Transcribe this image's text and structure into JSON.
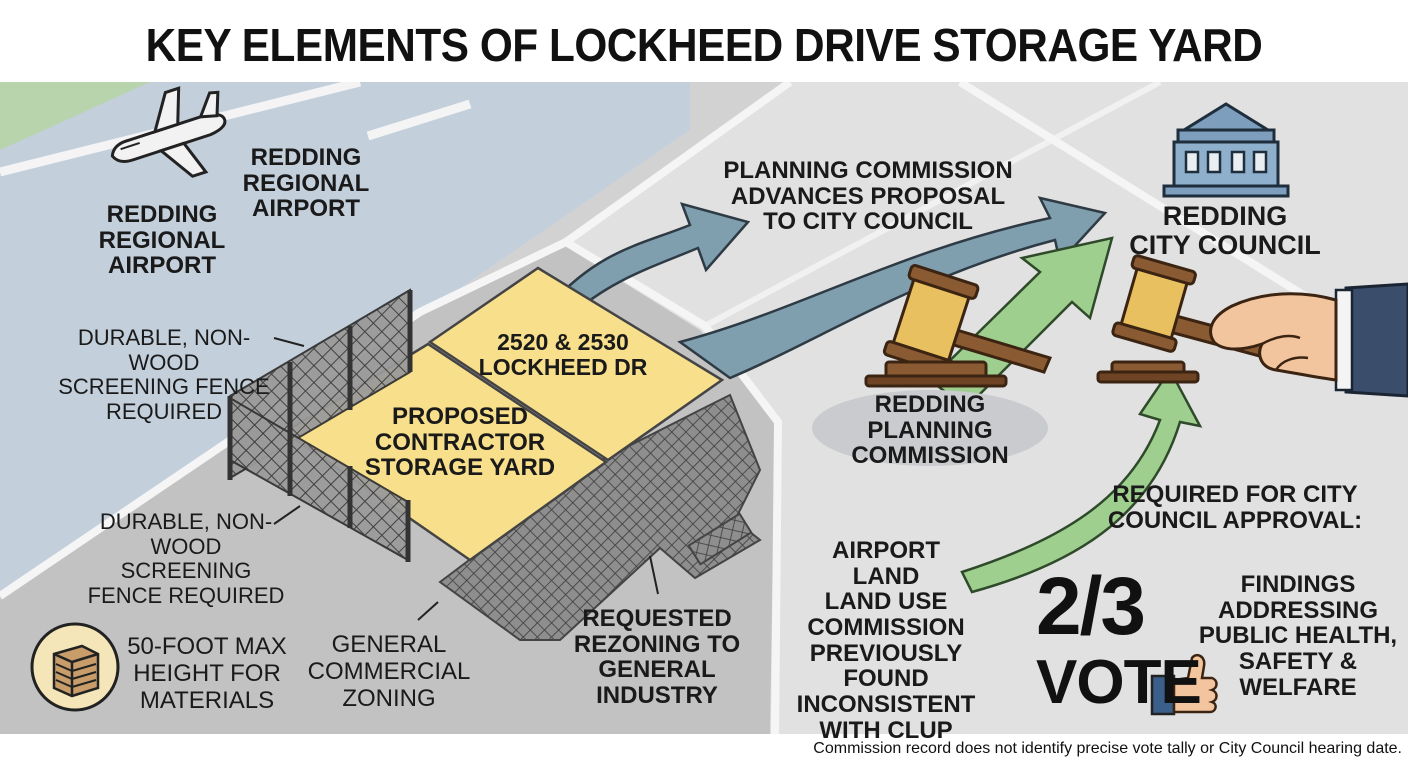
{
  "title": "KEY ELEMENTS OF LOCKHEED DRIVE STORAGE YARD PROPOSAL",
  "labels": {
    "airport_a": "REDDING\nREGIONAL\nAIRPORT",
    "airport_b": "REDDING\nREGIONAL\nAIRPORT",
    "fence_top": "DURABLE, NON-WOOD\nSCREENING FENCE\nREQUIRED",
    "fence_bottom": "DURABLE, NON-\nWOOD SCREENING\nFENCE REQUIRED",
    "address": "2520 & 2530\nLOCKHEED DR",
    "storage_yard": "PROPOSED\nCONTRACTOR\nSTORAGE YARD",
    "height_limit": "50-FOOT MAX\nHEIGHT FOR\nMATERIALS",
    "zoning": "GENERAL\nCOMMERCIAL\nZONING",
    "rezoning": "REQUESTED\nREZONING TO\nGENERAL\nINDUSTRY",
    "commission_advances": "PLANNING COMMISSION\nADVANCES PROPOSAL\nTO CITY COUNCIL",
    "city_council": "REDDING\nCITY COUNCIL",
    "planning_commission": "REDDING\nPLANNING\nCOMMISSION",
    "required_approval": "REQUIRED FOR CITY\nCOUNCIL APPROVAL:",
    "aluc": "AIRPORT LAND\nLAND USE\nCOMMISSION\nPREVIOUSLY\nFOUND\nINCONSISTENT\nWITH CLUP",
    "vote_fraction": "2/3",
    "vote_word": "VOTE",
    "findings": "FINDINGS\nADDRESSING\nPUBLIC HEALTH,\nSAFETY &\nWELFARE"
  },
  "footnote": "Commission record does not identify precise vote tally or City Council hearing date.",
  "icons": [
    "airplane-icon",
    "city-hall-icon",
    "gavel-icon",
    "gavel-icon",
    "hand-icon",
    "thumbs-up-icon",
    "stacked-materials-icon",
    "chain-link-fence-icon"
  ],
  "colors": {
    "airport_zone": "#c3cfdb",
    "commercial_zone": "#c2c2c2",
    "right_zone": "#e1e1e1",
    "parcel": "#f7df8c",
    "blue_arrow": "#7f9eae",
    "green_arrow": "#9fcf8f",
    "gavel_head": "#e8c060"
  }
}
